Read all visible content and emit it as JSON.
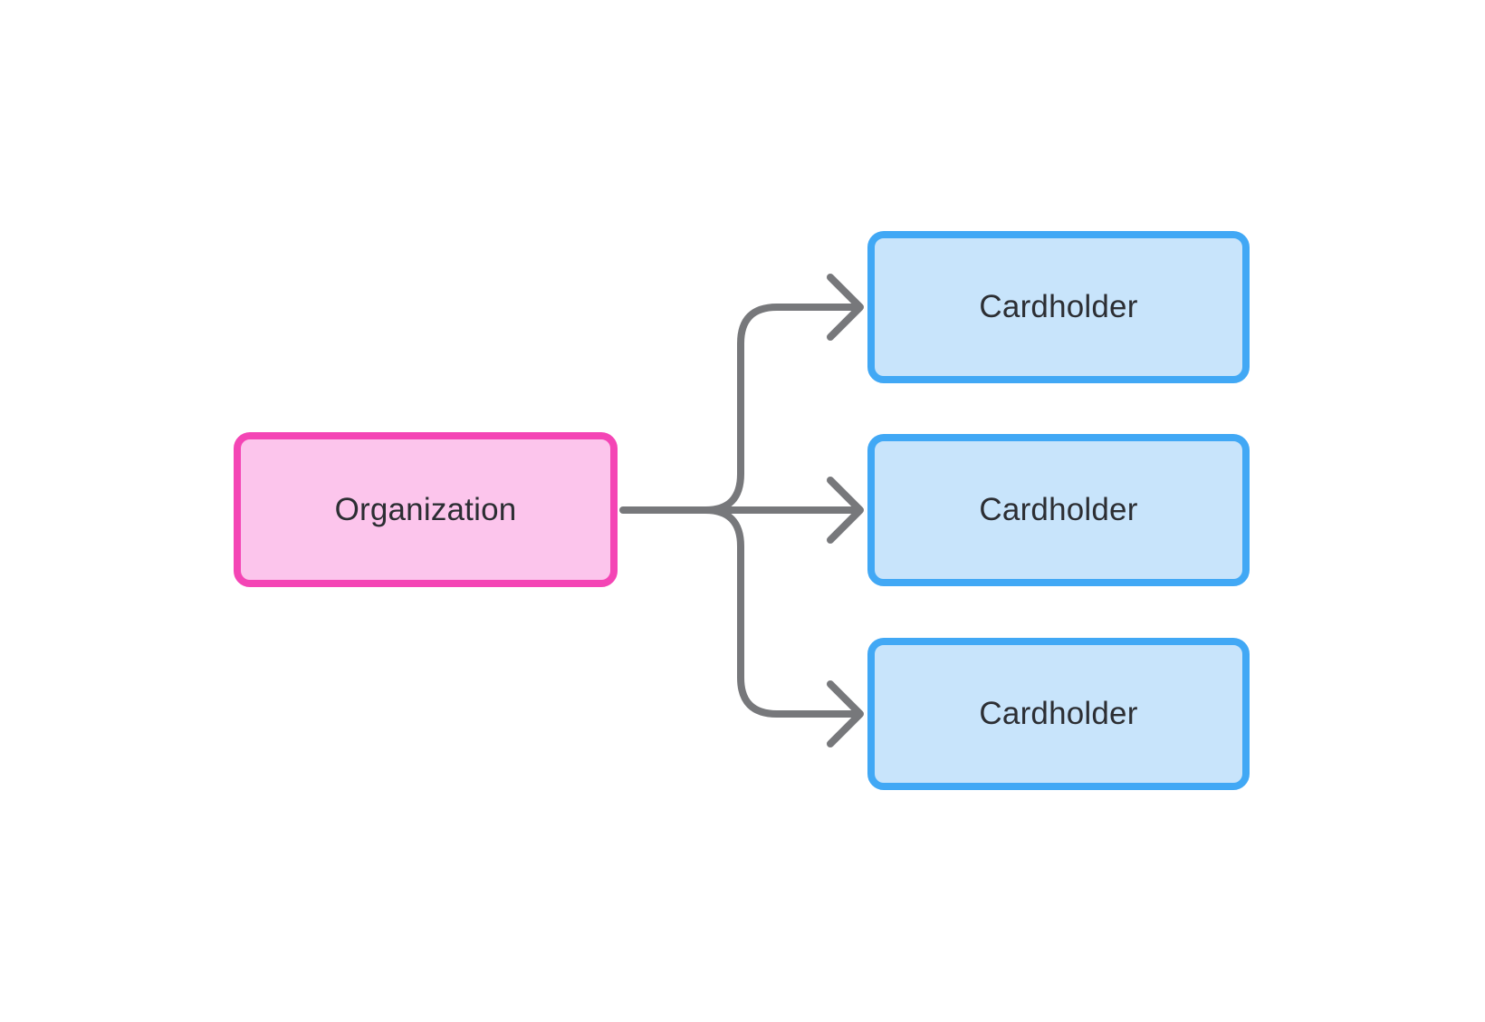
{
  "diagram": {
    "nodes": [
      {
        "id": "organization",
        "label": "Organization",
        "role": "source"
      },
      {
        "id": "cardholder-1",
        "label": "Cardholder",
        "role": "target"
      },
      {
        "id": "cardholder-2",
        "label": "Cardholder",
        "role": "target"
      },
      {
        "id": "cardholder-3",
        "label": "Cardholder",
        "role": "target"
      }
    ],
    "edges": [
      {
        "from": "organization",
        "to": "cardholder-1",
        "style": "curved-arrow"
      },
      {
        "from": "organization",
        "to": "cardholder-2",
        "style": "straight-arrow"
      },
      {
        "from": "organization",
        "to": "cardholder-3",
        "style": "curved-arrow"
      }
    ],
    "colors": {
      "organization_fill": "#FCC5EC",
      "organization_border": "#F445B5",
      "cardholder_fill": "#C8E4FB",
      "cardholder_border": "#41A8F5",
      "connector": "#77787B",
      "text": "#2C2E33",
      "background": "#FFFFFF"
    }
  }
}
